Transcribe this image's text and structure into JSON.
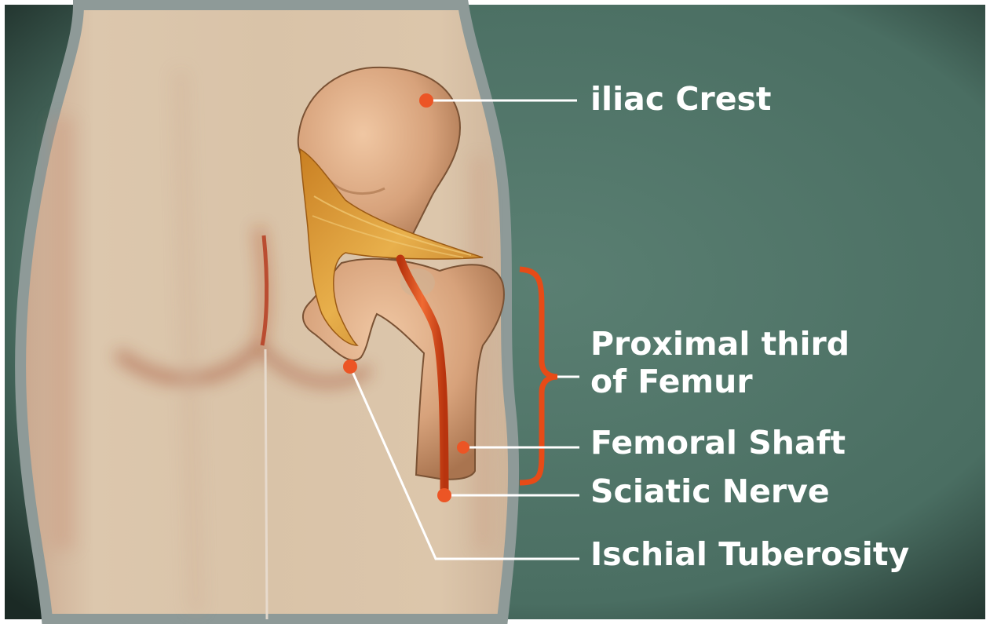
{
  "colors": {
    "background": "#4f7266",
    "skin": "#d8c2a6",
    "bone": "#d9a77f",
    "muscle": "#d99a3a",
    "nerve": "#e2501e",
    "marker": "#ec5525",
    "brace": "#e74b17",
    "leader": "#ffffff"
  },
  "labels": {
    "iliac_crest": "iliac Crest",
    "proximal_third_line1": "Proximal third",
    "proximal_third_line2": "of Femur",
    "femoral_shaft": "Femoral Shaft",
    "sciatic_nerve": "Sciatic Nerve",
    "ischial_tuberosity": "Ischial Tuberosity"
  }
}
